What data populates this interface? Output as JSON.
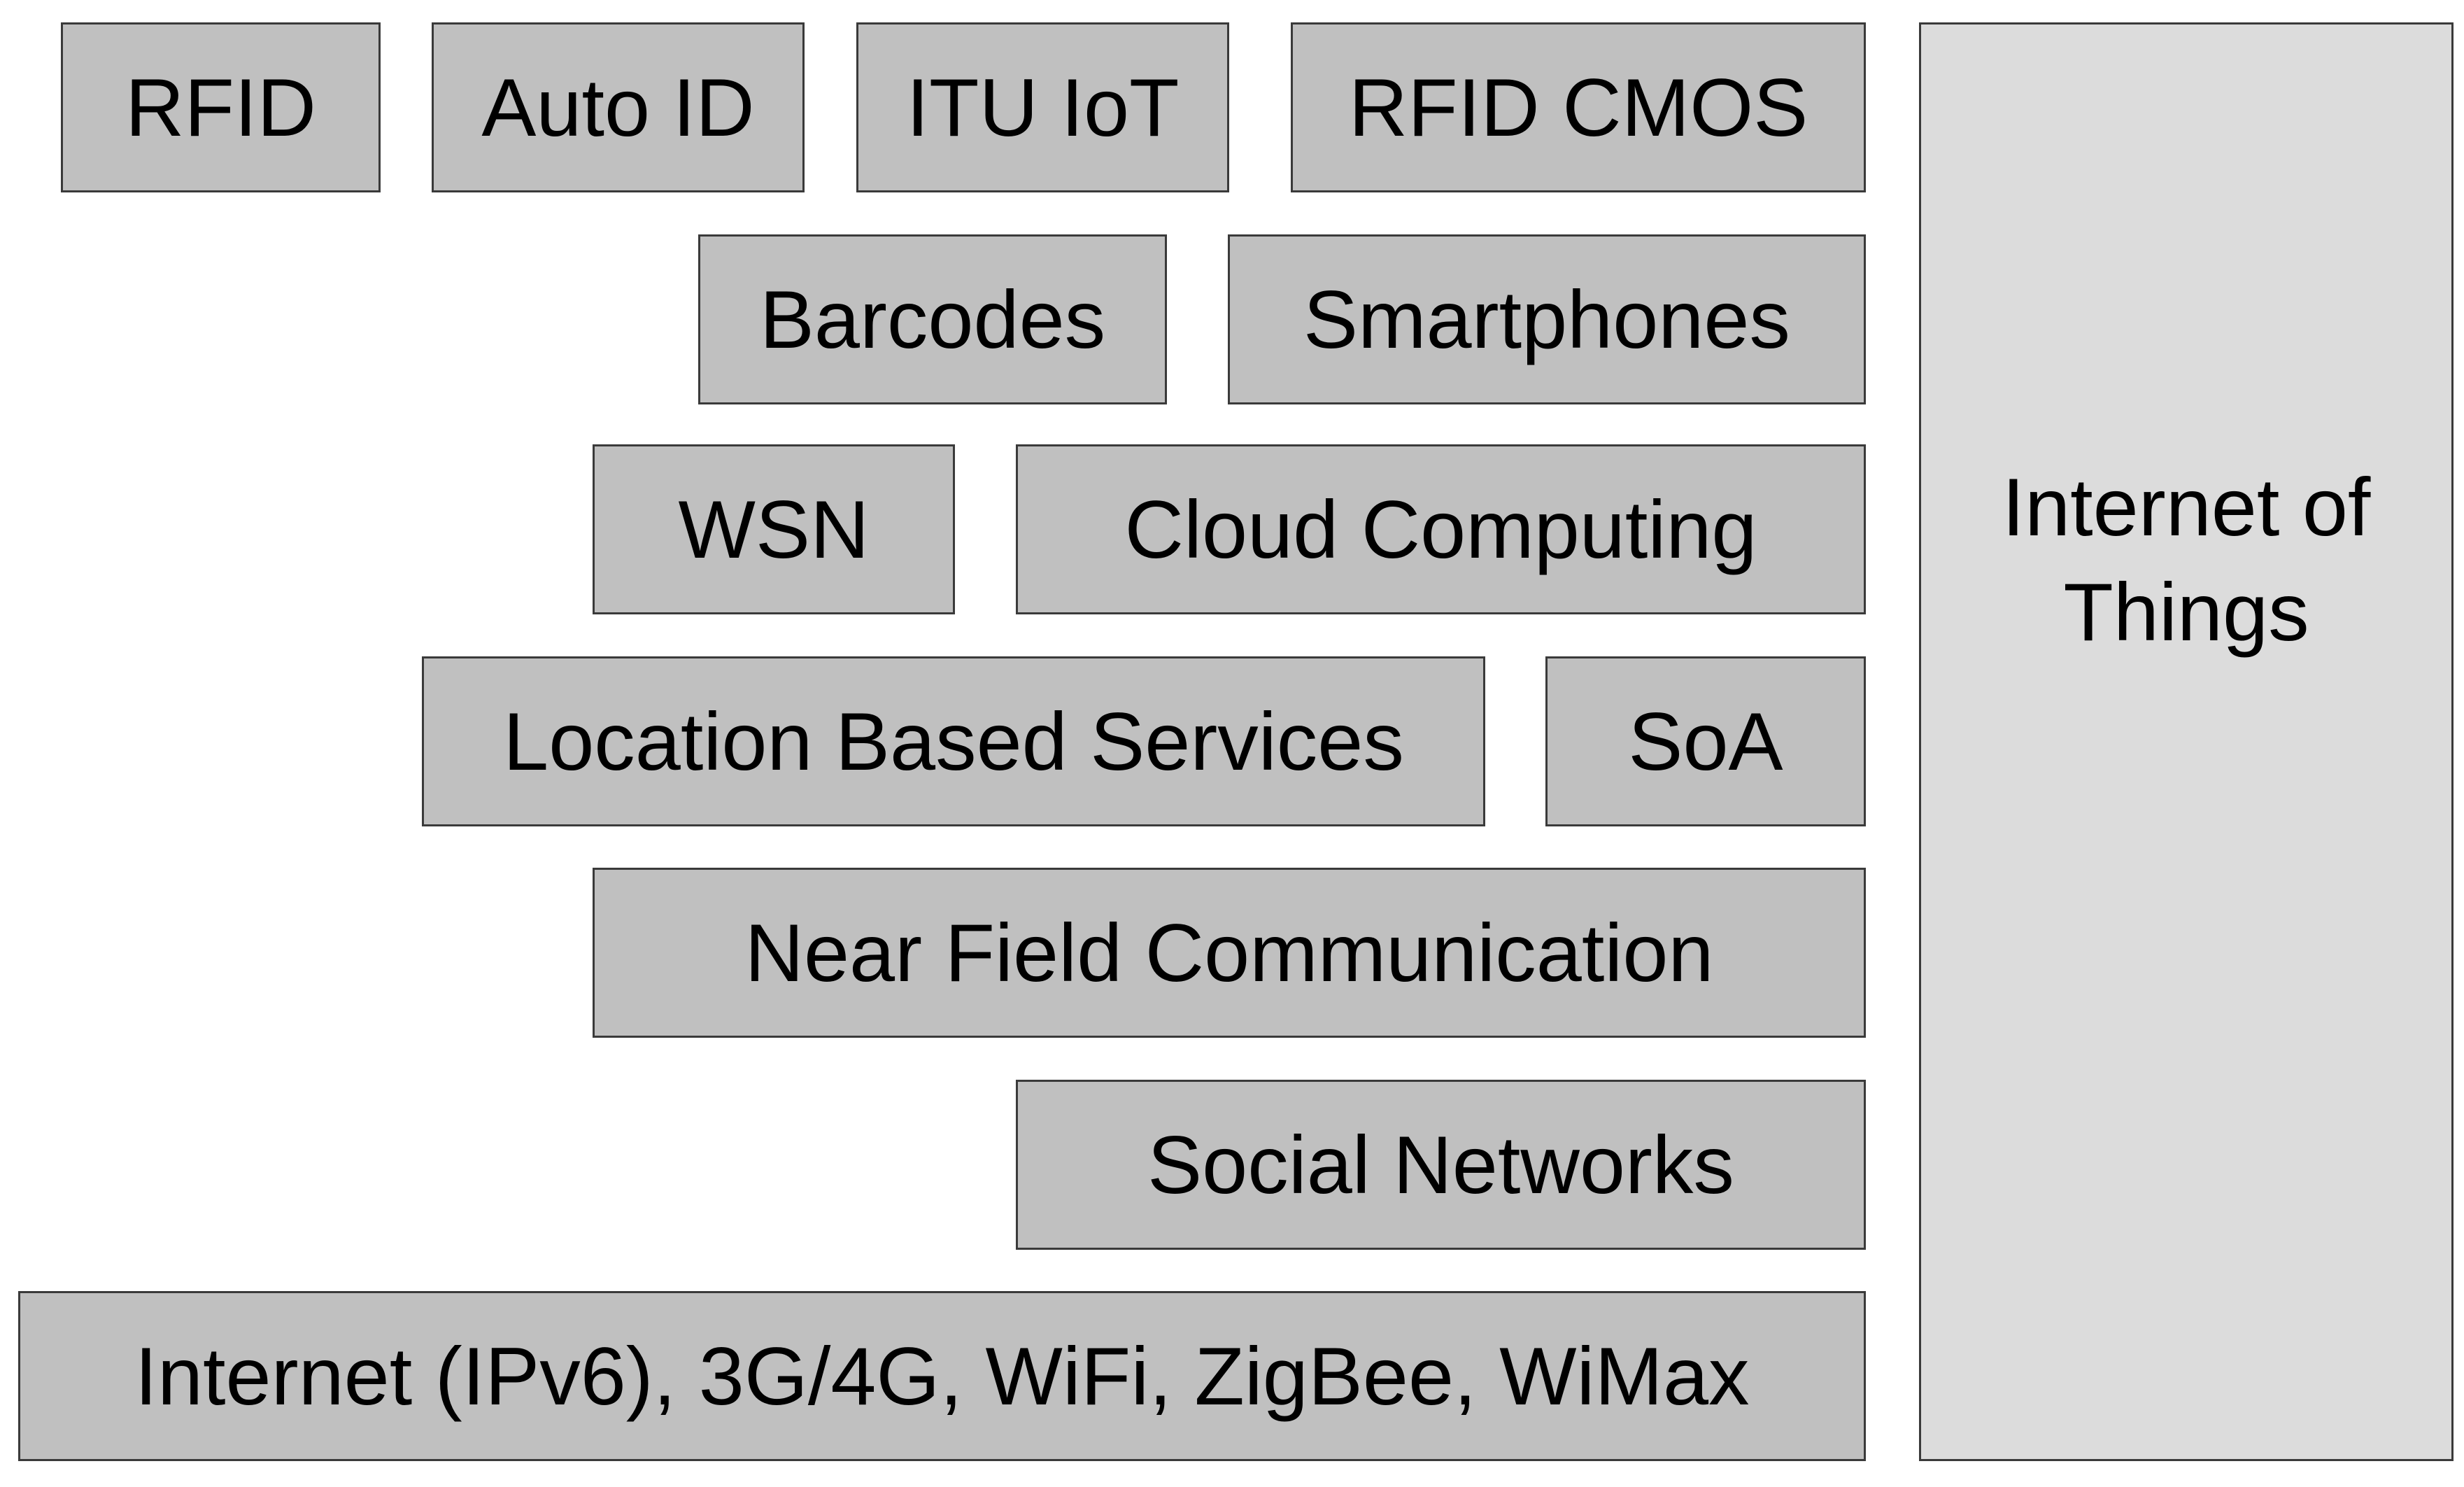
{
  "diagram": {
    "layers": [
      {
        "id": "rfid",
        "label": "RFID"
      },
      {
        "id": "autoid",
        "label": "Auto ID"
      },
      {
        "id": "ituiot",
        "label": "ITU IoT"
      },
      {
        "id": "rfidcmos",
        "label": "RFID CMOS"
      },
      {
        "id": "barcodes",
        "label": "Barcodes"
      },
      {
        "id": "smartphones",
        "label": "Smartphones"
      },
      {
        "id": "wsn",
        "label": "WSN"
      },
      {
        "id": "cloud",
        "label": "Cloud Computing"
      },
      {
        "id": "lbs",
        "label": "Location Based Services"
      },
      {
        "id": "soa",
        "label": "SoA"
      },
      {
        "id": "nfc",
        "label": "Near Field Communication"
      },
      {
        "id": "social",
        "label": "Social Networks"
      },
      {
        "id": "internet",
        "label": "Internet (IPv6), 3G/4G, WiFi, ZigBee, WiMax"
      }
    ],
    "side": {
      "line1": "Internet of",
      "line2": "Things"
    },
    "colors": {
      "box_fill": "#c0c0c0",
      "side_fill": "#dcdcdc",
      "border": "#3a3a3a",
      "text": "#000000",
      "background": "#ffffff"
    }
  }
}
